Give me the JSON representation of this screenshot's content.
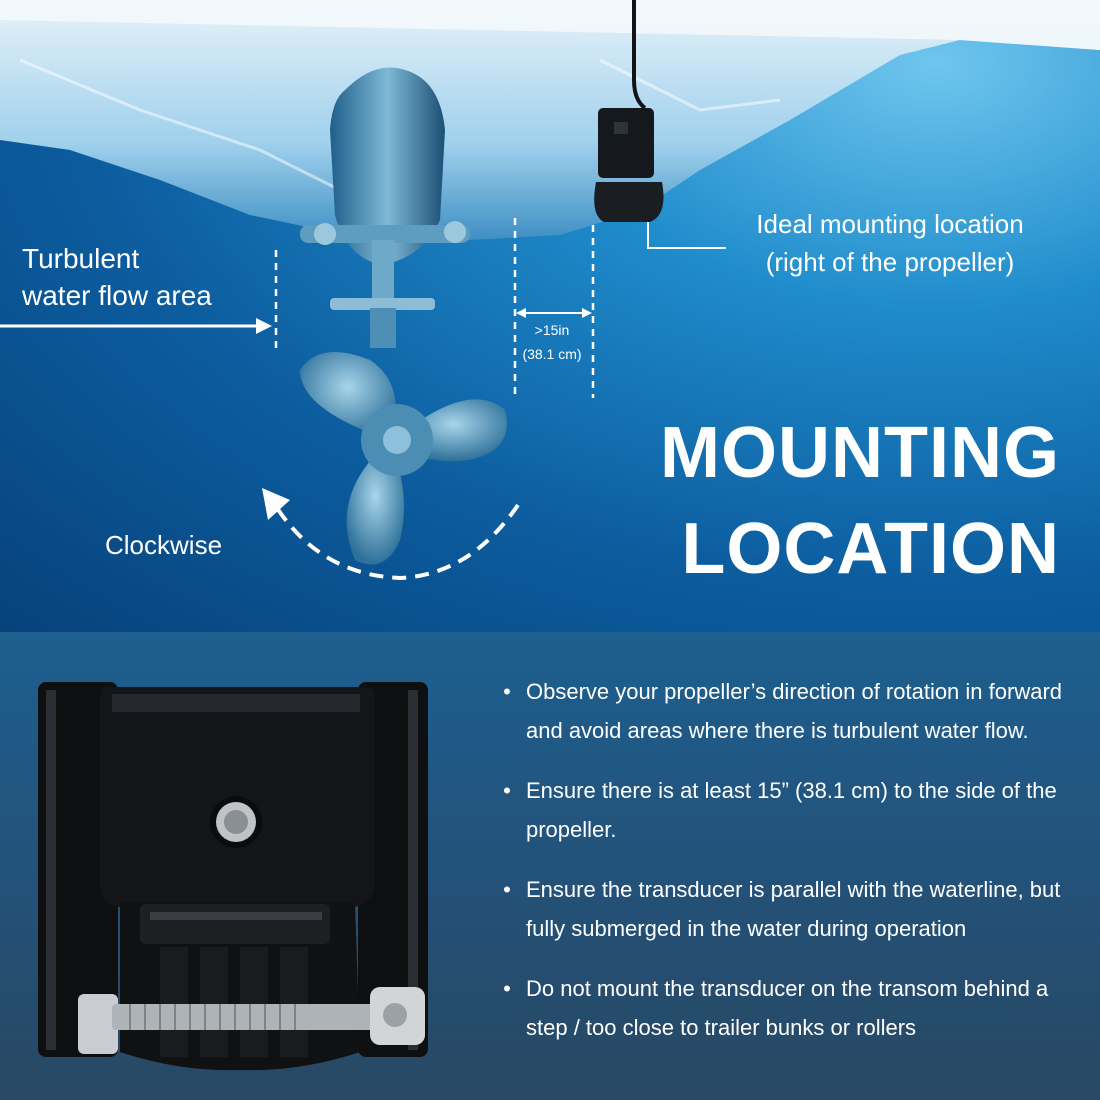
{
  "scene": {
    "turbulent_label_line1": "Turbulent",
    "turbulent_label_line2": "water flow area",
    "ideal_label_line1": "Ideal mounting location",
    "ideal_label_line2": "(right of the propeller)",
    "distance_line1": ">15in",
    "distance_line2": "(38.1 cm)",
    "clockwise_label": "Clockwise",
    "headline_line1": "MOUNTING",
    "headline_line2": "LOCATION"
  },
  "bullets": [
    {
      "bullet": "•",
      "text": "Observe your propeller’s direction of rotation in forward and avoid areas where there is turbulent water flow."
    },
    {
      "bullet": "•",
      "text": "Ensure there is at least 15” (38.1 cm) to the side of the propeller."
    },
    {
      "bullet": "•",
      "text": "Ensure the transducer is parallel with the waterline, but fully submerged in the water during operation"
    },
    {
      "bullet": "•",
      "text": "Do not mount the transducer on the transom behind a step / too close to trailer bunks or rollers"
    }
  ],
  "colors": {
    "water_deep": "#07427a",
    "water_light": "#6fc6ee",
    "panel_top": "#1d5f8f",
    "panel_bottom": "#284863",
    "text": "#ffffff",
    "bracket": "#111214"
  },
  "icons": [
    "propeller-icon",
    "transducer-icon",
    "clockwise-arrow-icon",
    "mounting-bracket-icon"
  ]
}
